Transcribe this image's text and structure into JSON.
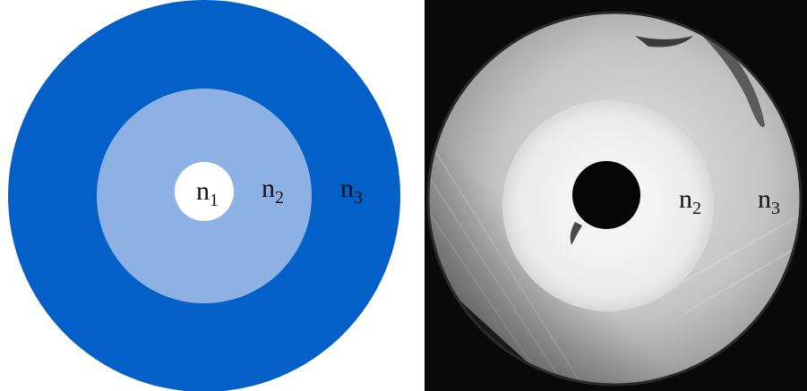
{
  "colors": {
    "outer_ring": "#0360c9",
    "middle_ring": "#8eb1e3",
    "core": "#ffffff",
    "photo_background": "#0a0a0a"
  },
  "schematic": {
    "labels": [
      {
        "base": "n",
        "sub": "1"
      },
      {
        "base": "n",
        "sub": "2"
      },
      {
        "base": "n",
        "sub": "3"
      }
    ]
  },
  "photo": {
    "labels": [
      {
        "base": "n",
        "sub": "2"
      },
      {
        "base": "n",
        "sub": "3"
      }
    ]
  }
}
